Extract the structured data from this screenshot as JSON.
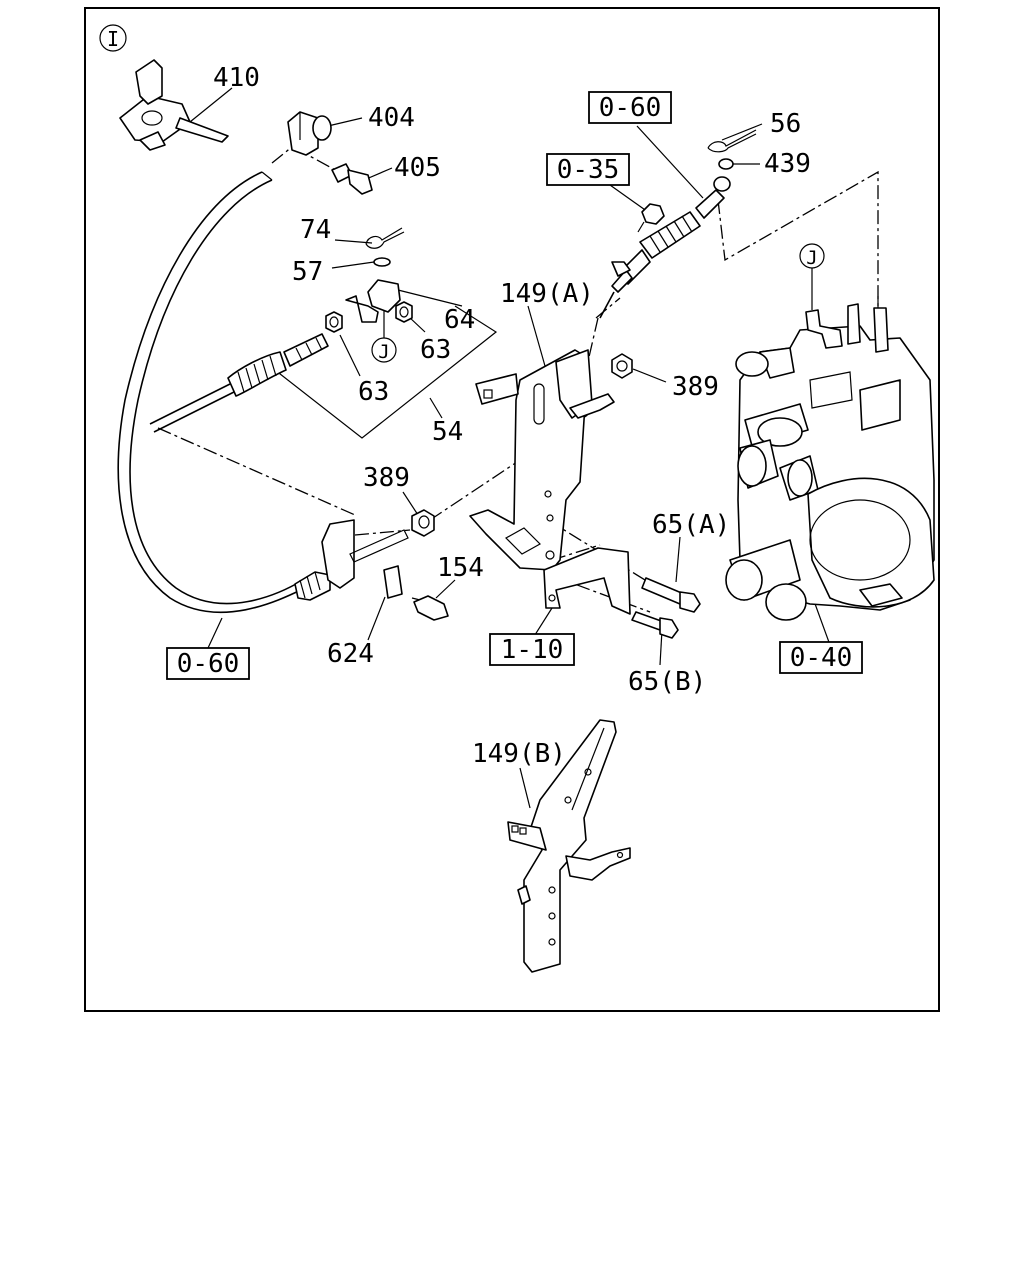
{
  "figure": {
    "view_marker": "I",
    "connection_marker": "J",
    "part_labels": {
      "p410": "410",
      "p404": "404",
      "p405": "405",
      "p74": "74",
      "p57": "57",
      "p64": "64",
      "p63a": "63",
      "p63b": "63",
      "p54": "54",
      "p56": "56",
      "p439": "439",
      "p149a": "149(A)",
      "p389a": "389",
      "p389b": "389",
      "p65a": "65(A)",
      "p65b": "65(B)",
      "p154": "154",
      "p624": "624",
      "p149b": "149(B)"
    },
    "reference_boxes": {
      "r060_top": "0-60",
      "r035": "0-35",
      "r060_left": "0-60",
      "r110": "1-10",
      "r040": "0-40"
    }
  }
}
